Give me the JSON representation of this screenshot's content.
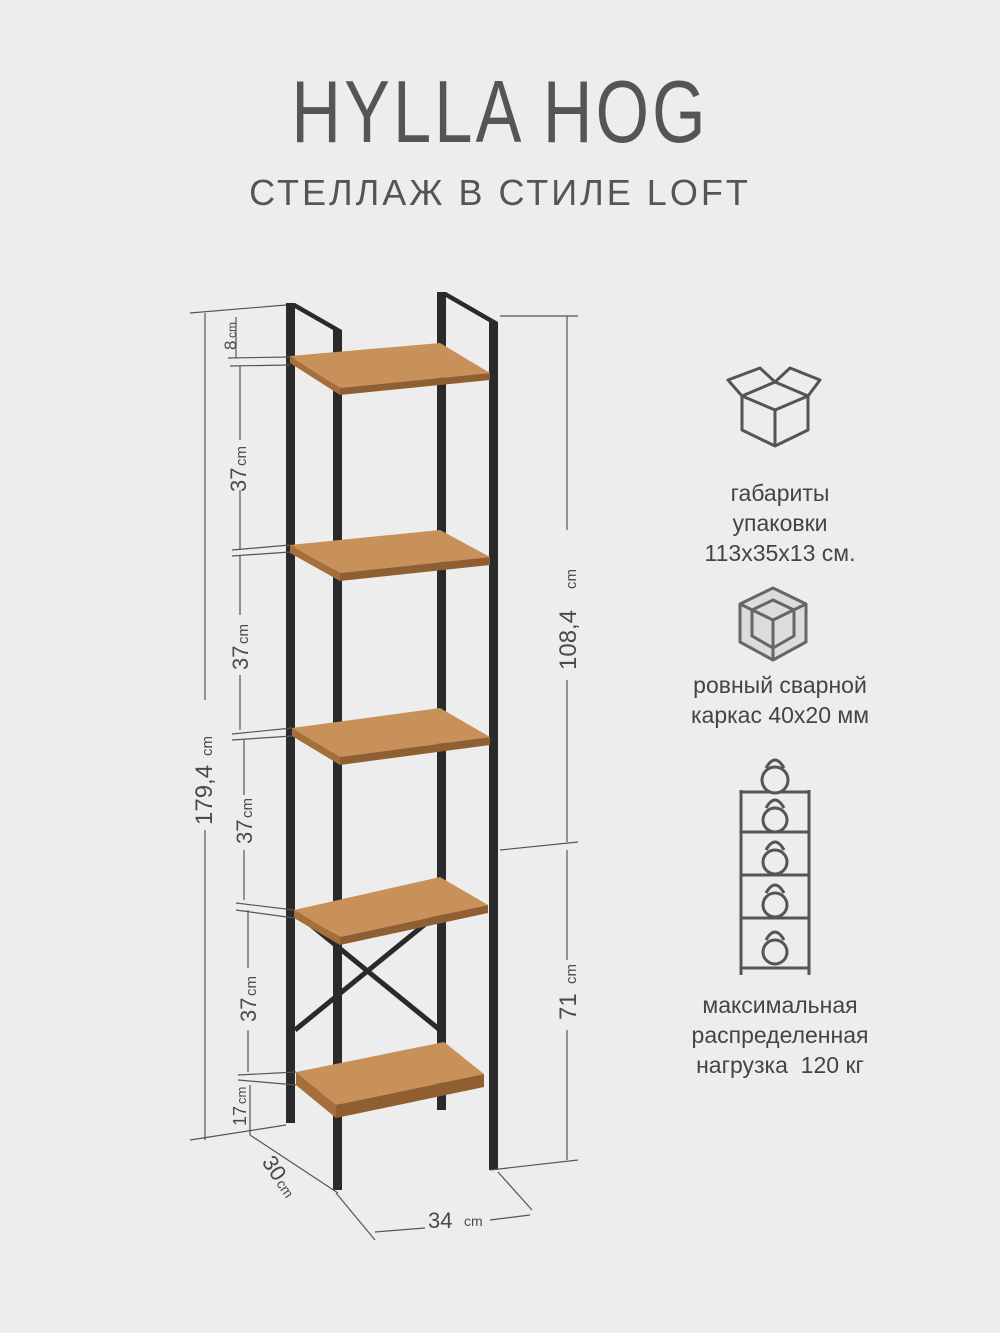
{
  "product": {
    "title": "HYLLA HOG",
    "subtitle": "СТЕЛЛАЖ В СТИЛЕ LOFT"
  },
  "dimensions": {
    "top_gap": {
      "value": "8",
      "unit": "cm"
    },
    "shelf_gap_1": {
      "value": "37",
      "unit": "cm"
    },
    "shelf_gap_2": {
      "value": "37",
      "unit": "cm"
    },
    "shelf_gap_3": {
      "value": "37",
      "unit": "cm"
    },
    "shelf_gap_4": {
      "value": "37",
      "unit": "cm"
    },
    "bottom_gap": {
      "value": "17",
      "unit": "cm"
    },
    "total_height": {
      "value": "179,4",
      "unit": "cm"
    },
    "upper_height": {
      "value": "108,4",
      "unit": "cm"
    },
    "lower_height": {
      "value": "71",
      "unit": "cm"
    },
    "depth": {
      "value": "30",
      "unit": "cm"
    },
    "width": {
      "value": "34",
      "unit": "cm"
    }
  },
  "features": {
    "packaging": {
      "icon": "box-icon",
      "lines": [
        "габариты",
        "упаковки",
        "113x35x13 см."
      ]
    },
    "frame": {
      "icon": "welded-frame-icon",
      "lines": [
        "ровный сварной",
        "каркас 40x20 мм"
      ]
    },
    "load": {
      "icon": "kettlebell-shelf-icon",
      "lines": [
        "максимальная",
        "распределенная",
        "нагрузка  120 кг"
      ]
    }
  },
  "colors": {
    "background": "#ededed",
    "frame": "#2a2a2a",
    "wood": "#c8915a",
    "wood_edge": "#a56f3c",
    "text": "#4a4a4a"
  }
}
